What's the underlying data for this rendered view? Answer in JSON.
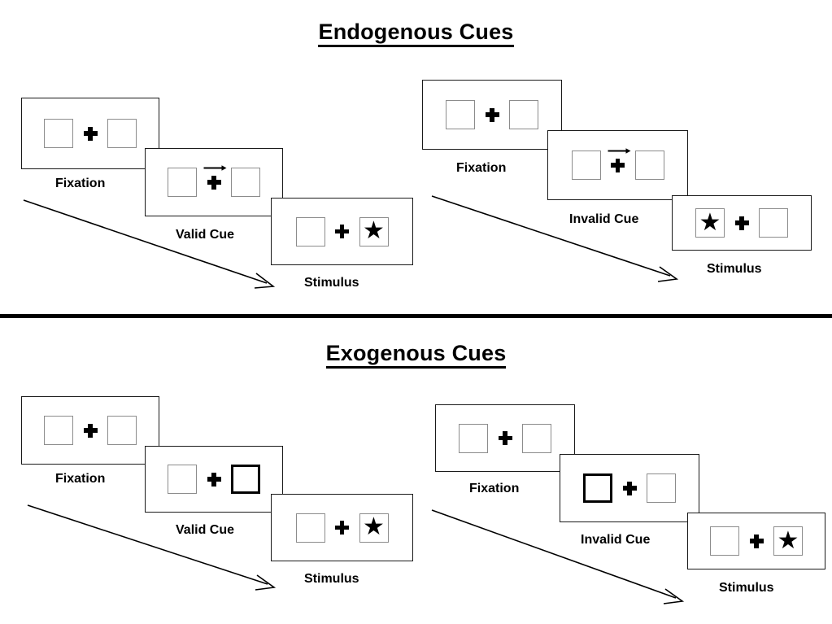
{
  "sections": [
    {
      "title": "Endogenous Cues",
      "cue_type": "arrow",
      "sequences": [
        {
          "name": "valid",
          "frames": [
            {
              "label": "Fixation",
              "left_box": "empty",
              "right_box": "empty",
              "cue": "none"
            },
            {
              "label": "Valid Cue",
              "left_box": "empty",
              "right_box": "empty",
              "cue": "arrow-right"
            },
            {
              "label": "Stimulus",
              "left_box": "empty",
              "right_box": "star",
              "cue": "none"
            }
          ]
        },
        {
          "name": "invalid",
          "frames": [
            {
              "label": "Fixation",
              "left_box": "empty",
              "right_box": "empty",
              "cue": "none"
            },
            {
              "label": "Invalid Cue",
              "left_box": "empty",
              "right_box": "empty",
              "cue": "arrow-right"
            },
            {
              "label": "Stimulus",
              "left_box": "star",
              "right_box": "empty",
              "cue": "none"
            }
          ]
        }
      ]
    },
    {
      "title": "Exogenous Cues",
      "cue_type": "box-highlight",
      "sequences": [
        {
          "name": "valid",
          "frames": [
            {
              "label": "Fixation",
              "left_box": "empty",
              "right_box": "empty",
              "cue": "none"
            },
            {
              "label": "Valid Cue",
              "left_box": "empty",
              "right_box": "cued",
              "cue": "none"
            },
            {
              "label": "Stimulus",
              "left_box": "empty",
              "right_box": "star",
              "cue": "none"
            }
          ]
        },
        {
          "name": "invalid",
          "frames": [
            {
              "label": "Fixation",
              "left_box": "empty",
              "right_box": "empty",
              "cue": "none"
            },
            {
              "label": "Invalid Cue",
              "left_box": "cued",
              "right_box": "empty",
              "cue": "none"
            },
            {
              "label": "Stimulus",
              "left_box": "empty",
              "right_box": "star",
              "cue": "none"
            }
          ]
        }
      ]
    }
  ],
  "glyphs": {
    "star": "★",
    "fixation_cross": "plus-cross",
    "cue_arrow": "arrow-right-icon",
    "time_arrow": "time-flow-arrow"
  },
  "colors": {
    "ink": "#000000",
    "frame_border": "#1a1a1a",
    "box_border": "#8c8c8c",
    "cued_box_border": "#000000",
    "background": "#ffffff"
  }
}
